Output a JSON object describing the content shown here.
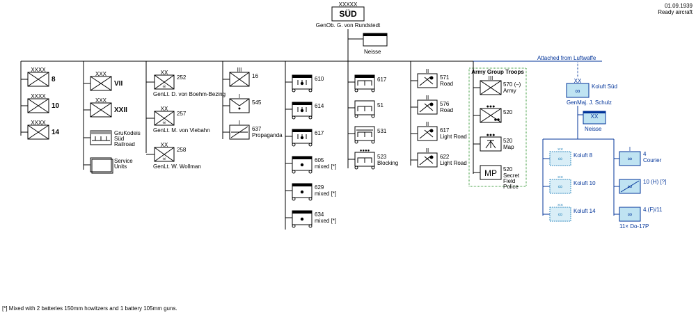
{
  "header": {
    "date": "01.09.1939",
    "status": "Ready aircraft"
  },
  "hq": {
    "echelon": "XXXXX",
    "name": "SÜD",
    "commander": "GenOb. G. von Rundstedt",
    "sub_unit": "Neisse"
  },
  "armies": [
    {
      "echelon": "XXXX",
      "name": "8"
    },
    {
      "echelon": "XXXX",
      "name": "10"
    },
    {
      "echelon": "XXXX",
      "name": "14"
    }
  ],
  "corps": [
    {
      "echelon": "XXX",
      "name": "VII"
    },
    {
      "echelon": "XXX",
      "name": "XXII"
    }
  ],
  "corps_support": [
    {
      "name": "GruKodeis Süd Railroad"
    },
    {
      "name": "Service Units"
    }
  ],
  "divisions": [
    {
      "echelon": "XX",
      "number": "252",
      "commander": "GenLt. D. von Boehm-Bezing"
    },
    {
      "echelon": "XX",
      "number": "257",
      "commander": "GenLt. M. von Viebahn"
    },
    {
      "echelon": "XX",
      "number": "258",
      "commander": "GenLt. W. Wollman"
    }
  ],
  "signals": [
    {
      "echelon": "III",
      "number": "16",
      "note": ""
    },
    {
      "echelon": "I",
      "number": "545",
      "note": ""
    },
    {
      "echelon": "I",
      "number": "637",
      "note": "Propaganda"
    }
  ],
  "artillery": [
    {
      "echelon": "III",
      "number": "610",
      "note": ""
    },
    {
      "echelon": "III",
      "number": "614",
      "note": ""
    },
    {
      "echelon": "III",
      "number": "617",
      "note": ""
    },
    {
      "echelon": "I",
      "number": "605",
      "note": "mixed [*]"
    },
    {
      "echelon": "I",
      "number": "629",
      "note": "mixed [*]"
    },
    {
      "echelon": "I",
      "number": "634",
      "note": "mixed [*]"
    }
  ],
  "engineers": [
    {
      "echelon": "III",
      "number": "617",
      "note": ""
    },
    {
      "echelon": "II",
      "number": "51",
      "note": ""
    },
    {
      "echelon": "II",
      "number": "531",
      "note": ""
    },
    {
      "echelon": "●●●●",
      "number": "523",
      "note": "Blocking"
    }
  ],
  "construction": [
    {
      "echelon": "II",
      "number": "571",
      "note": "Road"
    },
    {
      "echelon": "II",
      "number": "576",
      "note": "Road"
    },
    {
      "echelon": "II",
      "number": "617",
      "note": "Light Road"
    },
    {
      "echelon": "II",
      "number": "622",
      "note": "Light Road"
    }
  ],
  "army_group_troops": {
    "title": "Army Group Troops",
    "units": [
      {
        "echelon": "III",
        "number": "570 (–)",
        "note": "Army"
      },
      {
        "echelon": "●●●",
        "number": "520",
        "note": ""
      },
      {
        "echelon": "●●●",
        "number": "520",
        "note": "Map"
      },
      {
        "echelon": "",
        "symbol": "MP",
        "number": "520",
        "note": "Secret Field Police"
      }
    ]
  },
  "luftwaffe": {
    "attached_label": "Attached from Luftwaffe",
    "echelon": "XX",
    "name": "Koluft Süd",
    "commander": "GenMaj. J. Schulz",
    "sub_unit": {
      "echelon": "XX",
      "name": "Neisse"
    },
    "koluft": [
      {
        "name": "Koluft 8"
      },
      {
        "name": "Koluft 10"
      },
      {
        "name": "Koluft 14"
      }
    ],
    "squadrons": [
      {
        "echelon": "I",
        "name": "4",
        "note": "Courier"
      },
      {
        "echelon": "",
        "name": "10 (H)  [?]",
        "note": ""
      },
      {
        "echelon": "",
        "name": "4.(F)/11",
        "note": "11× Do-17P"
      }
    ]
  },
  "footnote": "[*] Mixed with 2 batteries 150mm howitzers and 1 battery 105mm guns.",
  "colors": {
    "line": "#000000",
    "luftwaffe": "#003399",
    "luftwaffe_fill": "#bfe3f2",
    "group_border": "#3a9a3a"
  }
}
